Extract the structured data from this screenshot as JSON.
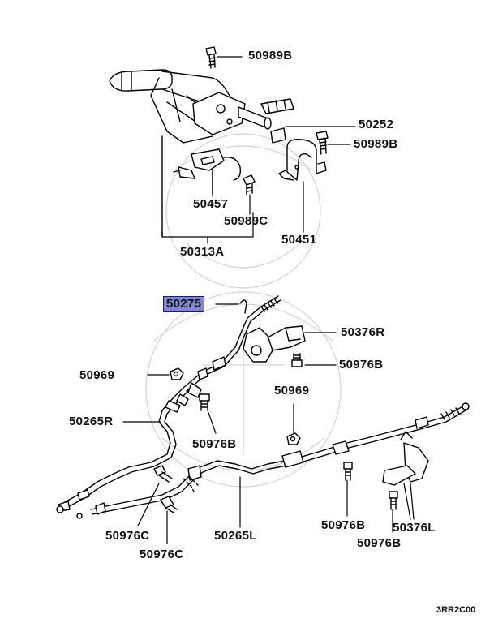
{
  "diagram": {
    "callouts": [
      {
        "id": "50989B_top",
        "text": "50989B"
      },
      {
        "id": "50252",
        "text": "50252"
      },
      {
        "id": "50989B_right",
        "text": "50989B"
      },
      {
        "id": "50457",
        "text": "50457"
      },
      {
        "id": "50989C",
        "text": "50989C"
      },
      {
        "id": "50451",
        "text": "50451"
      },
      {
        "id": "50313A",
        "text": "50313A"
      },
      {
        "id": "50275",
        "text": "50275",
        "highlighted": true
      },
      {
        "id": "50376R",
        "text": "50376R"
      },
      {
        "id": "50969_left",
        "text": "50969"
      },
      {
        "id": "50976B_mid",
        "text": "50976B"
      },
      {
        "id": "50969_right",
        "text": "50969"
      },
      {
        "id": "50265R",
        "text": "50265R"
      },
      {
        "id": "50976B_center",
        "text": "50976B"
      },
      {
        "id": "50976C_1",
        "text": "50976C"
      },
      {
        "id": "50265L",
        "text": "50265L"
      },
      {
        "id": "50976B_low",
        "text": "50976B"
      },
      {
        "id": "50376L",
        "text": "50376L"
      },
      {
        "id": "50976C_2",
        "text": "50976C"
      },
      {
        "id": "50976B_bottom",
        "text": "50976B"
      }
    ],
    "diagram_code": "3RR2C00",
    "highlight_color": "#7f86d3"
  }
}
